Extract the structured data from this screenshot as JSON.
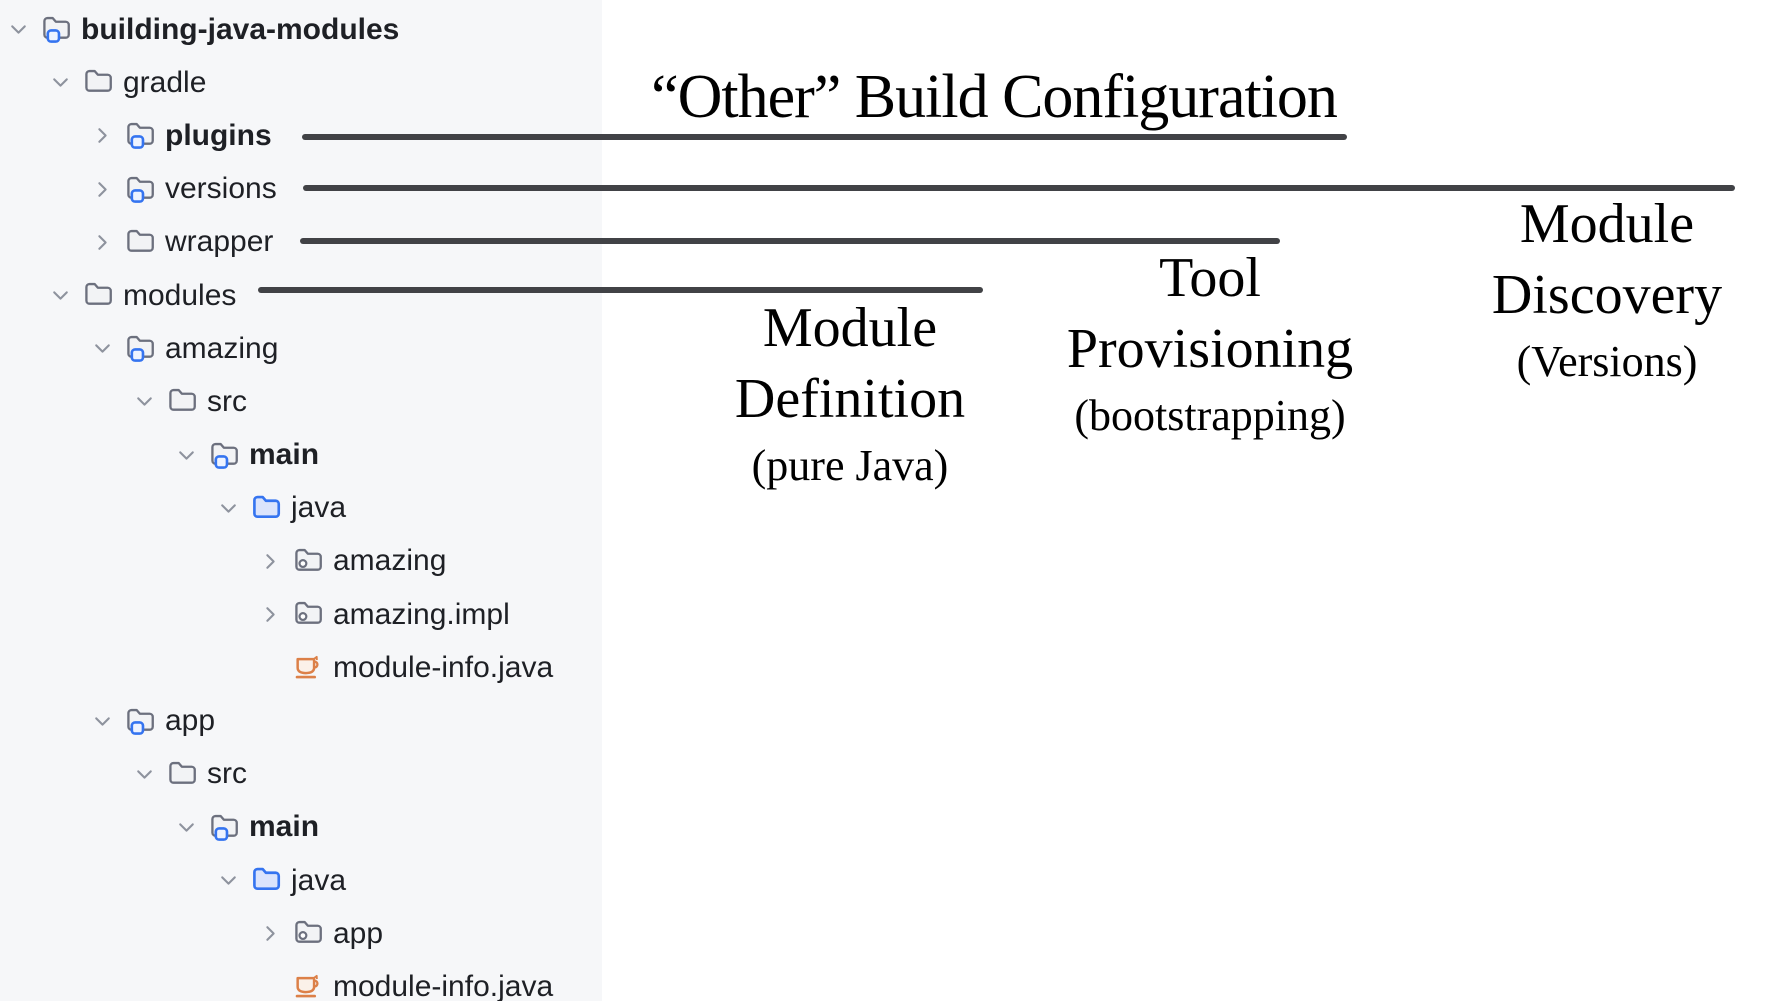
{
  "colors": {
    "sidebar_bg": "#f6f7f9",
    "main_bg": "#ffffff",
    "tree_text": "#1e2025",
    "folder_stroke": "#6c707e",
    "folder_fill": "#f2f3f5",
    "module_badge_blue": "#3574f0",
    "source_folder_fill": "#dbe4fc",
    "java_file_orange": "#dc8048",
    "connector_line": "#414246",
    "annotation_text": "#000000"
  },
  "sidebar": {
    "tree": [
      {
        "label": "building-java-modules",
        "level": 0,
        "chevron": "expanded",
        "icon": "module-folder-icon",
        "bold": true
      },
      {
        "label": "gradle",
        "level": 1,
        "chevron": "expanded",
        "icon": "folder-icon",
        "bold": false
      },
      {
        "label": "plugins",
        "level": 2,
        "chevron": "collapsed",
        "icon": "module-folder-icon",
        "bold": true
      },
      {
        "label": "versions",
        "level": 2,
        "chevron": "collapsed",
        "icon": "module-folder-icon",
        "bold": false
      },
      {
        "label": "wrapper",
        "level": 2,
        "chevron": "collapsed",
        "icon": "folder-icon",
        "bold": false
      },
      {
        "label": "modules",
        "level": 1,
        "chevron": "expanded",
        "icon": "folder-icon",
        "bold": false
      },
      {
        "label": "amazing",
        "level": 2,
        "chevron": "expanded",
        "icon": "module-folder-icon",
        "bold": false
      },
      {
        "label": "src",
        "level": 3,
        "chevron": "expanded",
        "icon": "folder-icon",
        "bold": false
      },
      {
        "label": "main",
        "level": 4,
        "chevron": "expanded",
        "icon": "module-folder-icon",
        "bold": true
      },
      {
        "label": "java",
        "level": 5,
        "chevron": "expanded",
        "icon": "source-root-folder-icon",
        "bold": false
      },
      {
        "label": "amazing",
        "level": 6,
        "chevron": "collapsed",
        "icon": "package-folder-icon",
        "bold": false
      },
      {
        "label": "amazing.impl",
        "level": 6,
        "chevron": "collapsed",
        "icon": "package-folder-icon",
        "bold": false
      },
      {
        "label": "module-info.java",
        "level": 6,
        "chevron": "none",
        "icon": "java-file-icon",
        "bold": false
      },
      {
        "label": "app",
        "level": 2,
        "chevron": "expanded",
        "icon": "module-folder-icon",
        "bold": false
      },
      {
        "label": "src",
        "level": 3,
        "chevron": "expanded",
        "icon": "folder-icon",
        "bold": false
      },
      {
        "label": "main",
        "level": 4,
        "chevron": "expanded",
        "icon": "module-folder-icon",
        "bold": true
      },
      {
        "label": "java",
        "level": 5,
        "chevron": "expanded",
        "icon": "source-root-folder-icon",
        "bold": false
      },
      {
        "label": "app",
        "level": 6,
        "chevron": "collapsed",
        "icon": "package-folder-icon",
        "bold": false
      },
      {
        "label": "module-info.java",
        "level": 6,
        "chevron": "none",
        "icon": "java-file-icon",
        "bold": false
      }
    ]
  },
  "annotations": {
    "title": "“Other” Build Configuration",
    "blocks": [
      {
        "id": "module-definition",
        "line1": "Module",
        "line2": "Definition",
        "sub": "(pure Java)"
      },
      {
        "id": "tool-provisioning",
        "line1": "Tool",
        "line2": "Provisioning",
        "sub": "(bootstrapping)"
      },
      {
        "id": "module-discovery",
        "line1": "Module",
        "line2": "Discovery",
        "sub": "(Versions)"
      }
    ],
    "connectors": [
      {
        "from": "plugins",
        "to": "“Other” Build Configuration"
      },
      {
        "from": "versions",
        "to": "Module Discovery (Versions)"
      },
      {
        "from": "wrapper",
        "to": "Tool Provisioning (bootstrapping)"
      },
      {
        "from": "modules",
        "to": "Module Definition (pure Java)"
      }
    ]
  }
}
